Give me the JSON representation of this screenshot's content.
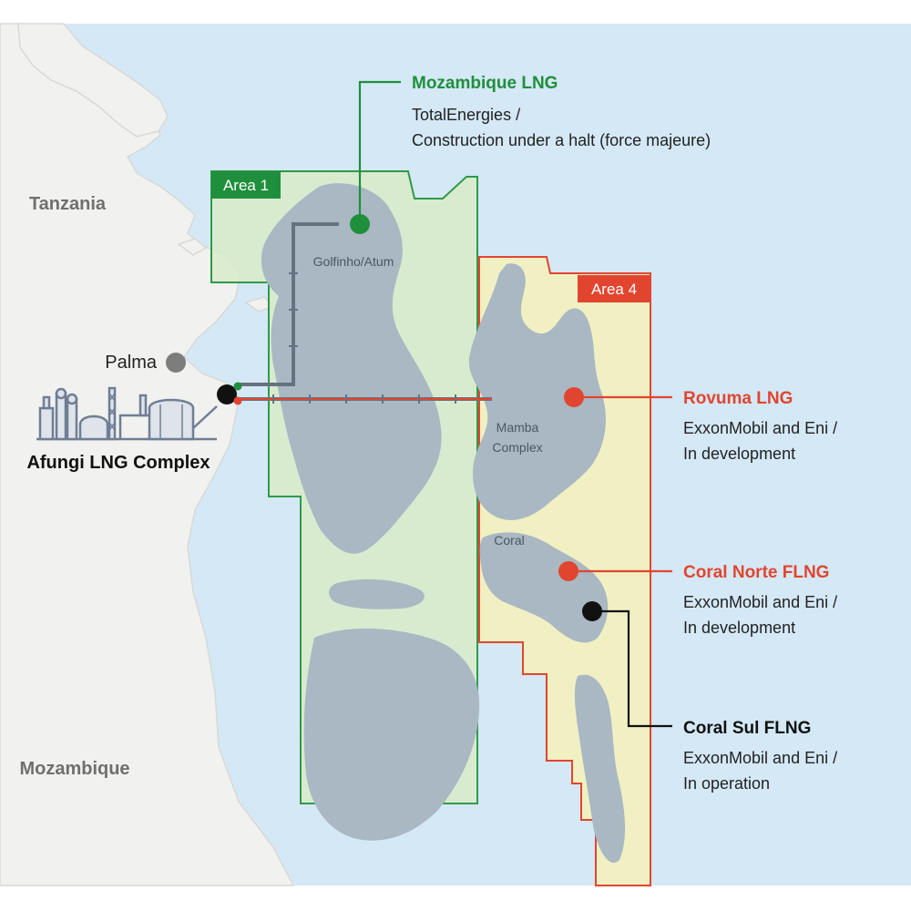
{
  "colors": {
    "sea": "#d4e8f6",
    "land": "#f1f1ef",
    "land_edge": "#d9d9d6",
    "gas_field": "#a9b8c3",
    "area1_fill": "#d8ebc8",
    "area1_stroke": "#2f9a4a",
    "area4_fill": "#f4f1bd",
    "area4_stroke": "#e2452f",
    "green": "#1f8f3c",
    "red": "#e2452f",
    "black": "#111111",
    "grey_dot": "#7d7d7d",
    "pipeline": "#66727f"
  },
  "countries": {
    "tanzania": "Tanzania",
    "mozambique": "Mozambique"
  },
  "places": {
    "palma": "Palma",
    "afungi": "Afungi LNG Complex"
  },
  "areas": {
    "area1": "Area 1",
    "area4": "Area 4"
  },
  "fields": {
    "golfinho": "Golfinho/Atum",
    "mamba_line1": "Mamba",
    "mamba_line2": "Complex",
    "coral": "Coral"
  },
  "projects": {
    "mozambique_lng": {
      "title": "Mozambique LNG",
      "line1": "TotalEnergies /",
      "line2": "Construction under a halt (force majeure)"
    },
    "rovuma_lng": {
      "title": "Rovuma LNG",
      "line1": "ExxonMobil and Eni /",
      "line2": "In development"
    },
    "coral_norte": {
      "title": "Coral Norte FLNG",
      "line1": "ExxonMobil and Eni /",
      "line2": "In development"
    },
    "coral_sul": {
      "title": "Coral Sul FLNG",
      "line1": "ExxonMobil and Eni /",
      "line2": "In operation"
    }
  }
}
